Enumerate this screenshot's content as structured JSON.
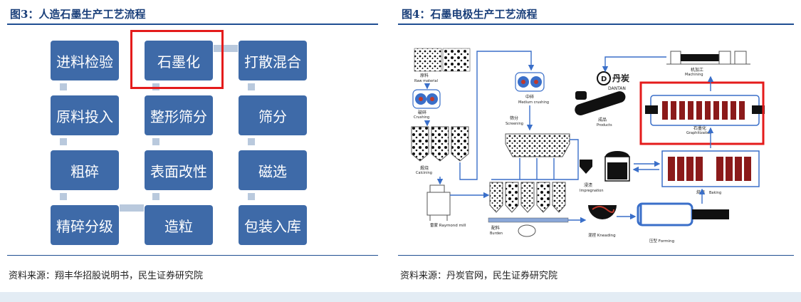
{
  "figure3": {
    "title": "图3：人造石墨生产工艺流程",
    "steps": {
      "c1": [
        "进料检验",
        "原料投入",
        "粗碎",
        "精碎分级"
      ],
      "c2": [
        "石墨化",
        "整形筛分",
        "表面改性",
        "造粒"
      ],
      "c3": [
        "打散混合",
        "筛分",
        "磁选",
        "包装入库"
      ]
    },
    "source": "资料来源：翔丰华招股说明书，民生证券研究院"
  },
  "figure4": {
    "title": "图4：石墨电极生产工艺流程",
    "source": "资料来源：丹炭官网，民生证券研究院",
    "labels": {
      "raw_zh": "原料",
      "raw_en": "Raw material",
      "crushing_zh": "破碎",
      "crushing_en": "Crushing",
      "calcining_zh": "煅烧",
      "calcining_en": "Calcining",
      "medium_zh": "中碎",
      "medium_en": "Medium crushing",
      "screening_zh": "筛分",
      "screening_en": "Screening",
      "raymond": "雷蒙 Raymond mill",
      "burden_zh": "配料",
      "burden_en": "Burden",
      "kneading": "混捏 Kneading",
      "forming": "压型 Forming",
      "baking_zh": "焙烧",
      "baking_en": "Baking",
      "impregnation_zh": "浸渍",
      "impregnation_en": "Impregnation",
      "graphitization_zh": "石墨化",
      "graphitization_en": "Graphitization",
      "machining_zh": "机加工",
      "machining_en": "Machining",
      "products_zh": "成品",
      "products_en": "Products",
      "brand_zh": "丹炭",
      "brand_en": "DANTAN"
    }
  },
  "colors": {
    "accent_blue": "#1f4e92",
    "node_blue": "#3e6aa8",
    "connector": "#b9c9dd",
    "highlight_red": "#e41b1b",
    "flow_blue": "#3a6fc9"
  }
}
